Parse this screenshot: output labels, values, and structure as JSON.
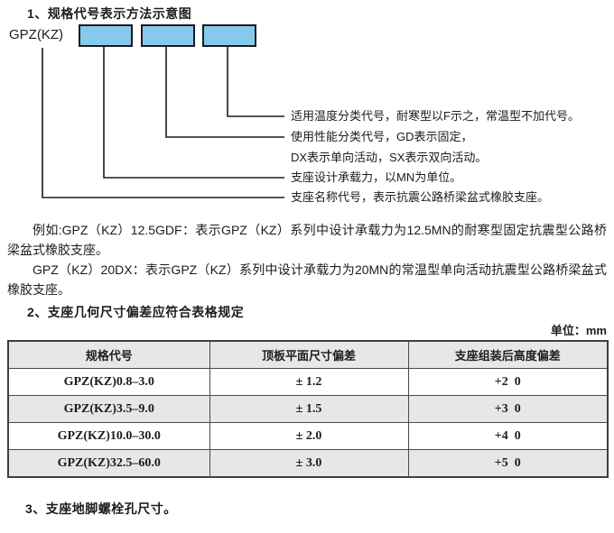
{
  "colors": {
    "box_fill": "#85CAEC",
    "box_border": "#1b1b1b",
    "table_alt_row": "#E7E7E7",
    "line_color": "#1b1b1b"
  },
  "section1": {
    "title": "1、规格代号表示方法示意图"
  },
  "diagram": {
    "prefix": "GPZ(KZ)",
    "box_count": 3,
    "callouts": {
      "temperature": "适用温度分类代号，耐寒型以F示之，常温型不加代号。",
      "performance_line1": "使用性能分类代号，GD表示固定，",
      "performance_line2": "DX表示单向活动，SX表示双向活动。",
      "capacity": "支座设计承载力，以MN为单位。",
      "name": "支座名称代号，表示抗震公路桥梁盆式橡胶支座。"
    }
  },
  "examples": {
    "paragraph1": "例如:GPZ（KZ）12.5GDF：表示GPZ（KZ）系列中设计承载力为12.5MN的耐寒型固定抗震型公路桥梁盆式橡胶支座。",
    "paragraph2": "GPZ（KZ）20DX：表示GPZ（KZ）系列中设计承载力为20MN的常温型单向活动抗震型公路桥梁盆式橡胶支座。"
  },
  "section2": {
    "title": "2、支座几何尺寸偏差应符合表格规定",
    "unit_label": "单位：mm"
  },
  "tolerance_table": {
    "headers": [
      "规格代号",
      "顶板平面尺寸偏差",
      "支座组装后高度偏差"
    ],
    "rows": [
      [
        "GPZ(KZ)0.8–3.0",
        "± 1.2",
        "+2 0"
      ],
      [
        "GPZ(KZ)3.5–9.0",
        "± 1.5",
        "+3 0"
      ],
      [
        "GPZ(KZ)10.0–30.0",
        "± 2.0",
        "+4 0"
      ],
      [
        "GPZ(KZ)32.5–60.0",
        "± 3.0",
        "+5 0"
      ]
    ]
  },
  "section3": {
    "title": "3、支座地脚螺栓孔尺寸。"
  }
}
